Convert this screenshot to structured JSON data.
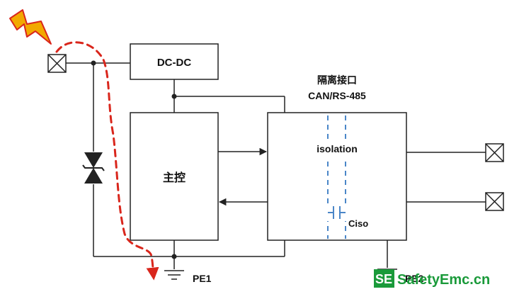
{
  "diagram": {
    "blocks": {
      "dcdc": "DC-DC",
      "main_controller": "主控",
      "isolation_interface_title": "隔离接口",
      "isolation_interface_subtitle": "CAN/RS-485",
      "isolation_label": "isolation",
      "capacitor_label": "Ciso"
    },
    "grounds": {
      "pe1": "PE1",
      "pe2": "PE2"
    },
    "icons": [
      "lightning-icon",
      "terminal-icon",
      "tvs-diode-icon",
      "ground-icon",
      "capacitor-icon"
    ],
    "colors": {
      "surge_path": "#d9261c",
      "isolation_barrier": "#4a86c8",
      "lightning": "#f2a900",
      "watermark": "#1a9a3a"
    }
  },
  "watermark": {
    "badge": "SE",
    "text": "SafetyEmc.cn"
  }
}
